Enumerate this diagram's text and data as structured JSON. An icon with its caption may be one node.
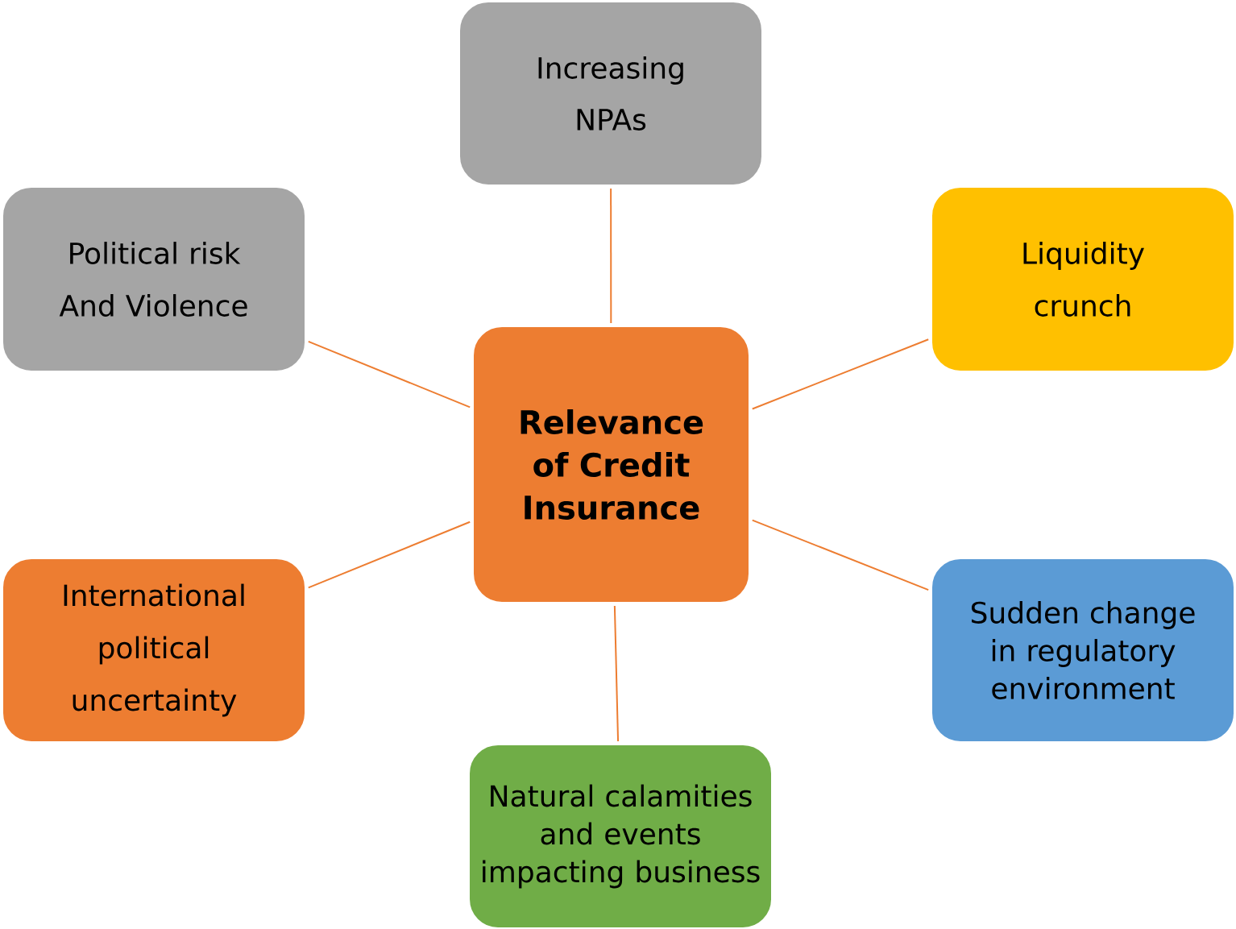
{
  "diagram": {
    "nodes": [
      {
        "text": [
          "Increasing NPAs"
        ]
      },
      {
        "text": [
          "Political risk And Violence"
        ]
      },
      {
        "text": [
          "Liquidity crunch"
        ]
      },
      {
        "text": [
          "Relevance of Credit Insurance"
        ]
      },
      {
        "text": [
          "International political uncertainty"
        ]
      },
      {
        "text": [
          "Sudden change in regulatory environment"
        ]
      },
      {
        "text": [
          "Natural calamities and events impacting business"
        ]
      }
    ],
    "edges": [
      {
        "from": 3,
        "to": 0,
        "arrow": "none"
      },
      {
        "from": 3,
        "to": 1,
        "arrow": "none"
      },
      {
        "from": 3,
        "to": 2,
        "arrow": "none"
      },
      {
        "from": 3,
        "to": 4,
        "arrow": "none"
      },
      {
        "from": 3,
        "to": 5,
        "arrow": "none"
      },
      {
        "from": 3,
        "to": 6,
        "arrow": "none"
      }
    ]
  }
}
